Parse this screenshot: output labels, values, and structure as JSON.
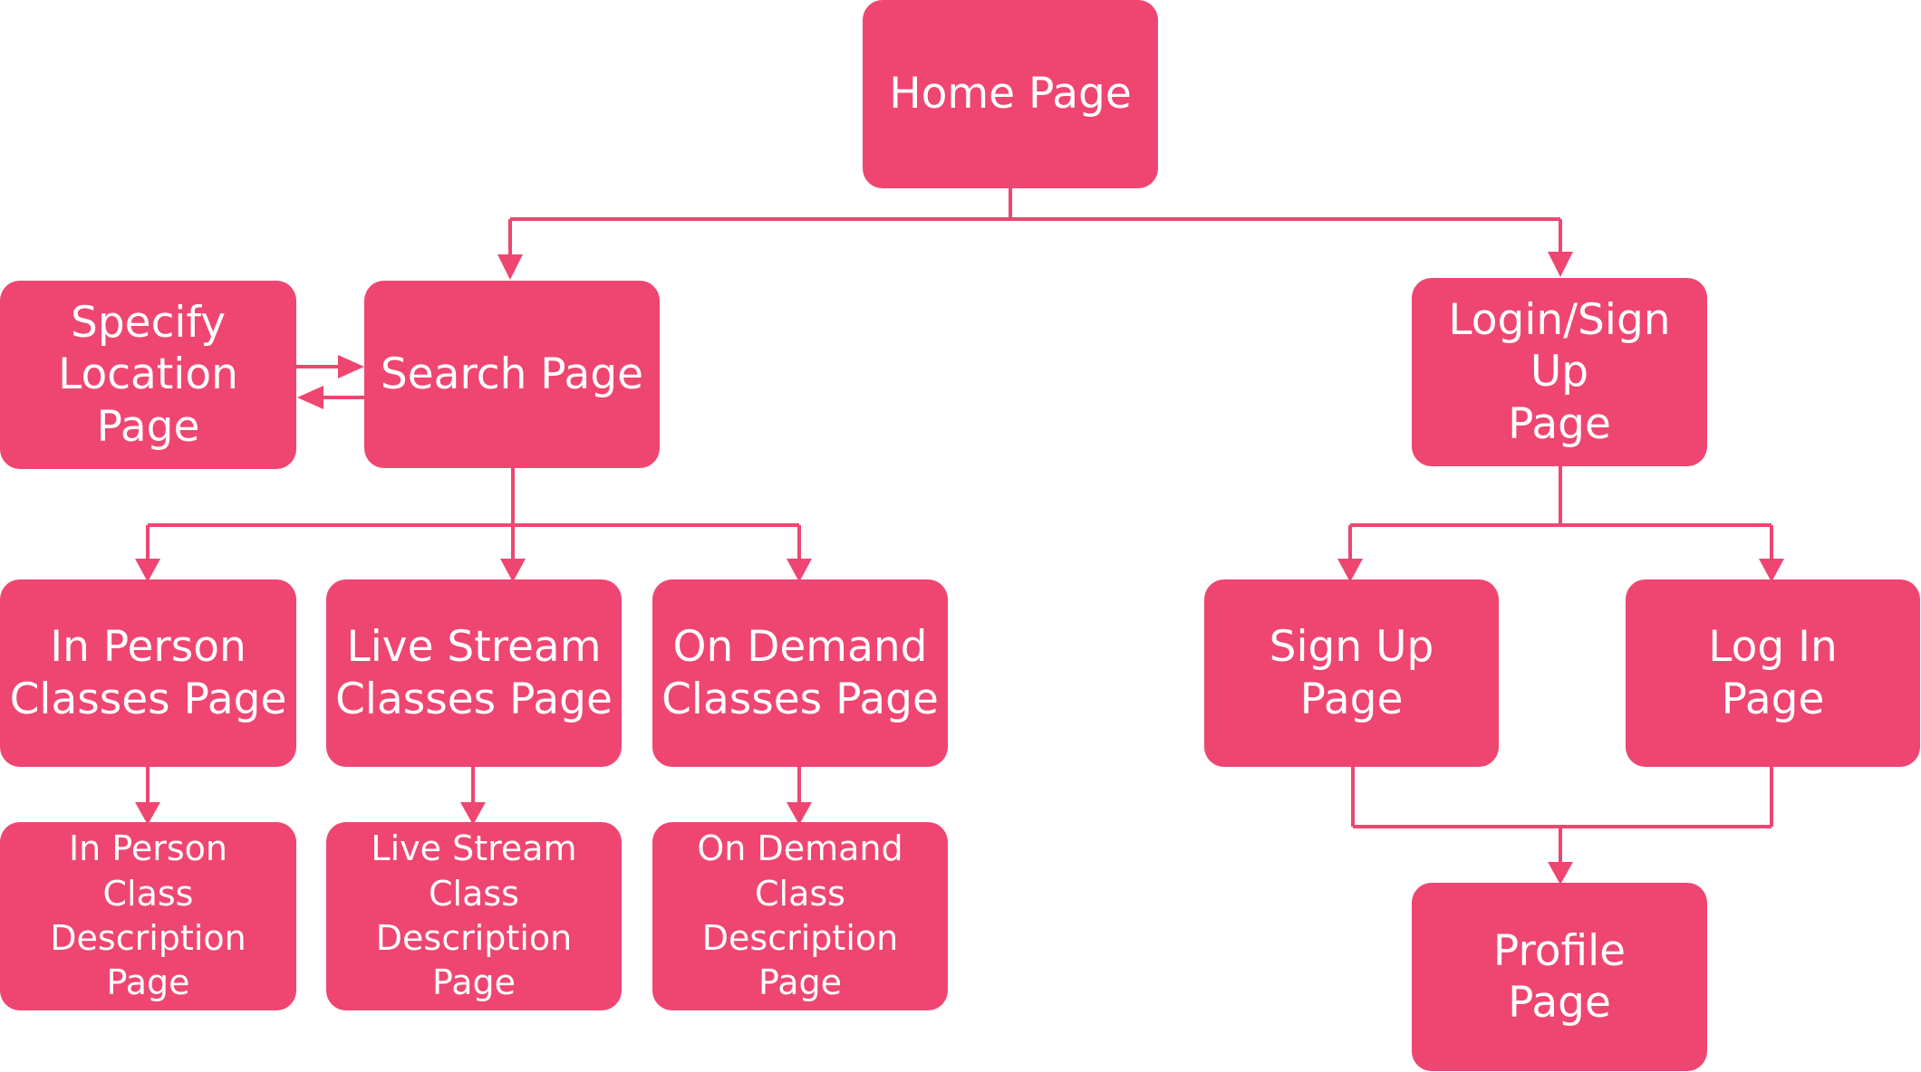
{
  "colors": {
    "node_fill": "#ee4671",
    "node_text": "#ffffff",
    "connector": "#ee4671",
    "background": "#ffffff"
  },
  "nodes": {
    "home": "Home Page",
    "specify_location": "Specify\nLocation Page",
    "search": "Search Page",
    "login_signup": "Login/Sign Up\nPage",
    "in_person_classes": "In Person\nClasses Page",
    "live_stream_classes": "Live Stream\nClasses Page",
    "on_demand_classes": "On Demand\nClasses Page",
    "sign_up": "Sign Up\nPage",
    "log_in": "Log In\nPage",
    "in_person_description": "In Person\nClass\nDescription Page",
    "live_stream_description": "Live Stream\nClass\nDescription Page",
    "on_demand_description": "On Demand\nClass\nDescription Page",
    "profile": "Profile\nPage"
  },
  "edges": [
    {
      "from": "home",
      "to": "search"
    },
    {
      "from": "home",
      "to": "login_signup"
    },
    {
      "from": "specify_location",
      "to": "search"
    },
    {
      "from": "search",
      "to": "specify_location"
    },
    {
      "from": "search",
      "to": "in_person_classes"
    },
    {
      "from": "search",
      "to": "live_stream_classes"
    },
    {
      "from": "search",
      "to": "on_demand_classes"
    },
    {
      "from": "in_person_classes",
      "to": "in_person_description"
    },
    {
      "from": "live_stream_classes",
      "to": "live_stream_description"
    },
    {
      "from": "on_demand_classes",
      "to": "on_demand_description"
    },
    {
      "from": "login_signup",
      "to": "sign_up"
    },
    {
      "from": "login_signup",
      "to": "log_in"
    },
    {
      "from": "sign_up",
      "to": "profile"
    },
    {
      "from": "log_in",
      "to": "profile"
    }
  ]
}
